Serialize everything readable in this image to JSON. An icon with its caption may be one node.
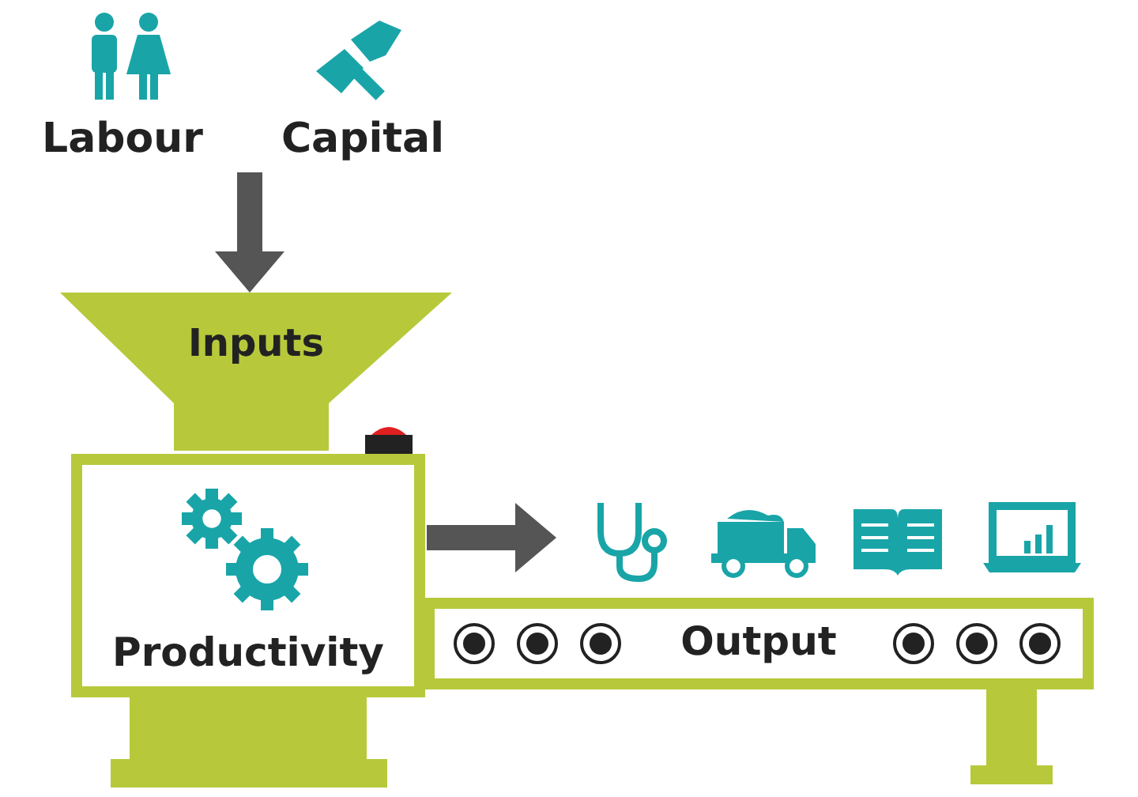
{
  "diagram": {
    "nodes": [
      {
        "text": [
          "Labour"
        ]
      },
      {
        "text": [
          "Capital"
        ]
      },
      {
        "text": [
          "Inputs"
        ]
      },
      {
        "text": [
          "Productivity"
        ]
      },
      {
        "text": [
          "Output"
        ]
      }
    ],
    "edges": [
      {
        "from": 0,
        "to": 2,
        "arrow": "to"
      },
      {
        "from": 1,
        "to": 2,
        "arrow": "to"
      },
      {
        "from": 3,
        "to": 4,
        "arrow": "to"
      }
    ]
  }
}
